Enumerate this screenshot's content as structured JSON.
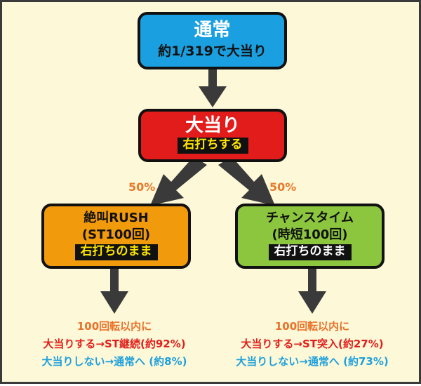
{
  "normal": {
    "title": "通常",
    "sub": "約1/319で大当り"
  },
  "jackpot": {
    "title": "大当り",
    "tag": "右打ちする"
  },
  "left_pct": "50%",
  "right_pct": "50%",
  "left_box": {
    "line1": "絶叫RUSH",
    "line2": "(ST100回)",
    "tag": "右打ちのまま"
  },
  "right_box": {
    "line1": "チャンスタイム",
    "line2": "(時短100回)",
    "tag": "右打ちのまま"
  },
  "left_result": {
    "line1": "100回転以内に",
    "line2": "大当りする→ST継続(約92%)",
    "line3": "大当りしない→通常へ (約8%)"
  },
  "right_result": {
    "line1": "100回転以内に",
    "line2": "大当りする→ST突入(約27%)",
    "line3": "大当りしない→通常へ (約73%)"
  },
  "colors": {
    "background": "#fdf8d8",
    "normal_box": "#1aa0e0",
    "jackpot_box": "#e21b1b",
    "rush_box": "#f19a0c",
    "chance_box": "#8cc63e",
    "tag_text_yellow": "#ffe600",
    "percent": "#e87a2c",
    "hit_text": "#e0201b",
    "miss_text": "#1ea0dc"
  }
}
